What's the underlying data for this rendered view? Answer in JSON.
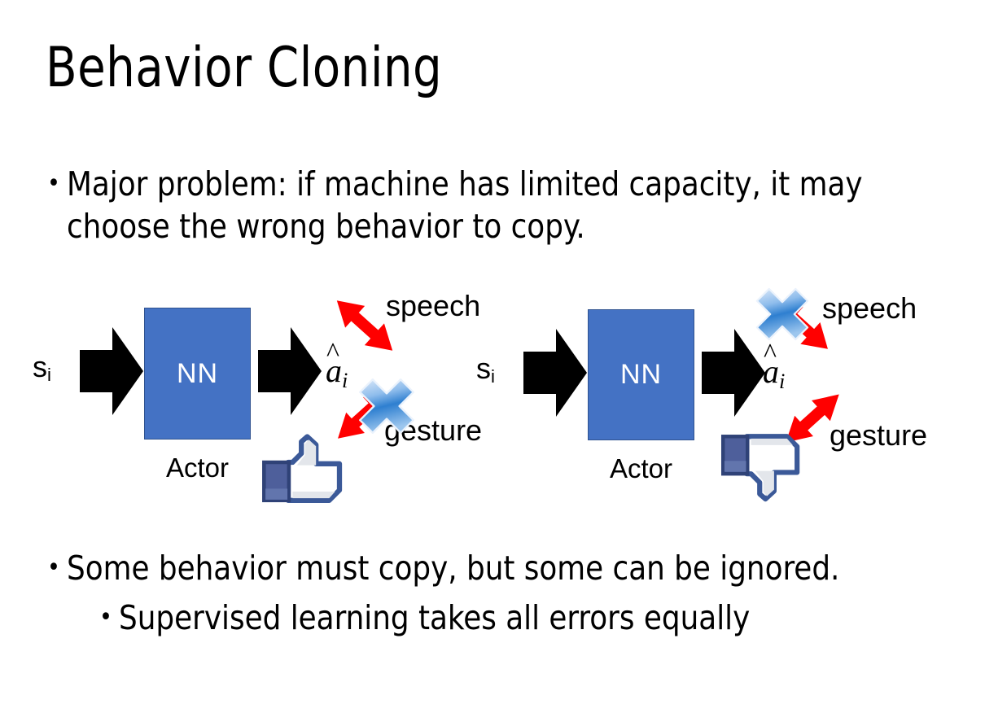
{
  "slide": {
    "title": "Behavior Cloning",
    "background_color": "#FFFFFF",
    "bullets": [
      {
        "level": 1,
        "marker": "•",
        "text": "Major problem: if machine has limited capacity, it may choose the wrong behavior to copy."
      },
      {
        "level": 1,
        "marker": "•",
        "text": "Some behavior must copy, but some can be ignored."
      },
      {
        "level": 2,
        "marker": "•",
        "text": "Supervised learning takes all errors equally"
      }
    ]
  },
  "colors": {
    "nn_box_fill": "#4472C4",
    "nn_box_border": "#2F528F",
    "nn_text": "#FFFFFF",
    "block_arrow": "#000000",
    "red_arrow": "#FF0000",
    "x_mark_light": "#C9DCF5",
    "x_mark_mid": "#3E8EDE",
    "x_mark_dark": "#2E6FB5",
    "thumb_outline": "#3B5998",
    "thumb_fill": "#FFFFFF",
    "thumb_cuff": "#4E5F9B",
    "text": "#000000"
  },
  "diagrams": [
    {
      "id": "left",
      "input_label": "s",
      "input_subscript": "i",
      "network_label": "NN",
      "network_caption": "Actor",
      "output_label": "a",
      "output_subscript": "i",
      "output_hat": "^",
      "outputs": [
        {
          "name": "speech",
          "crossed_out": false
        },
        {
          "name": "gesture",
          "crossed_out": true
        }
      ],
      "verdict_icon": "thumbs-up-icon",
      "verdict": "positive"
    },
    {
      "id": "right",
      "input_label": "s",
      "input_subscript": "i",
      "network_label": "NN",
      "network_caption": "Actor",
      "output_label": "a",
      "output_subscript": "i",
      "output_hat": "^",
      "outputs": [
        {
          "name": "speech",
          "crossed_out": true
        },
        {
          "name": "gesture",
          "crossed_out": false
        }
      ],
      "verdict_icon": "thumbs-down-icon",
      "verdict": "negative"
    }
  ]
}
